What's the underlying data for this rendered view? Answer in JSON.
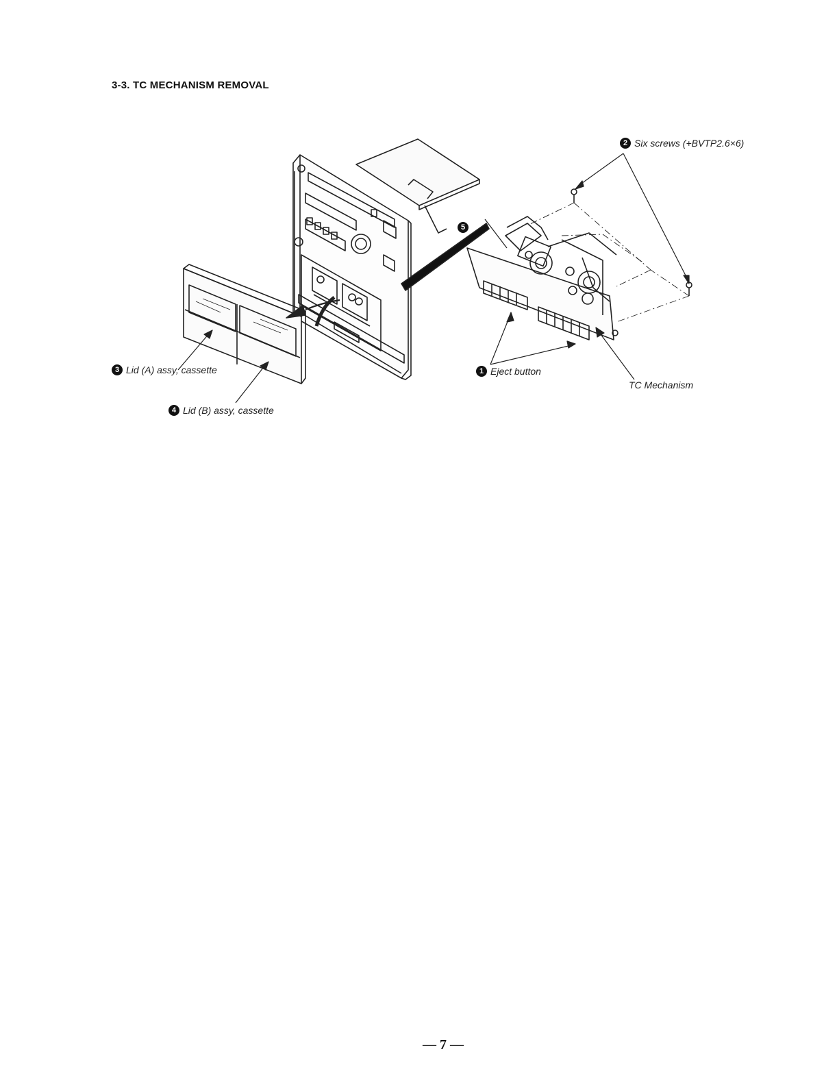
{
  "section": {
    "title": "3-3. TC MECHANISM REMOVAL"
  },
  "callouts": {
    "screws": {
      "num": "2",
      "label": "Six screws (+BVTP2.6×6)"
    },
    "eject": {
      "num": "1",
      "label": "Eject button"
    },
    "lid_a": {
      "num": "3",
      "label": "Lid (A) assy, cassette"
    },
    "lid_b": {
      "num": "4",
      "label": "Lid (B) assy, cassette"
    },
    "mech": {
      "label": "TC Mechanism"
    },
    "step5": {
      "num": "5"
    }
  },
  "page": {
    "number": "— 7 —"
  }
}
